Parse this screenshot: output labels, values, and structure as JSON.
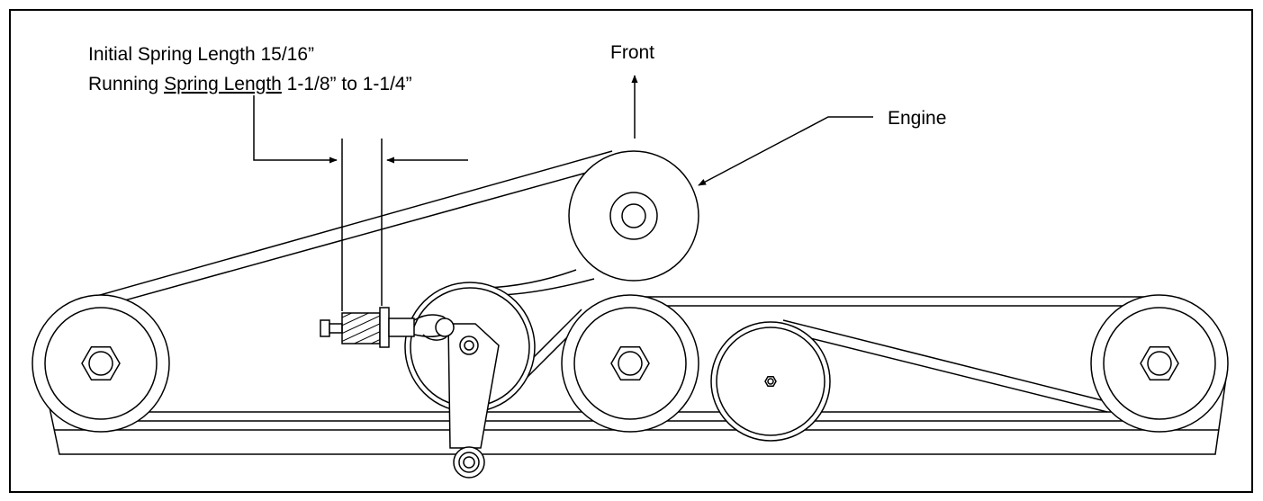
{
  "labels": {
    "initial_spring": "Initial Spring Length 15/16”",
    "running_prefix": "Running ",
    "running_underlined": "Spring Length",
    "running_suffix": " 1-1/8” to 1-1/4”",
    "front": "Front",
    "engine": "Engine"
  },
  "colors": {
    "line": "#000000",
    "background": "#ffffff"
  }
}
